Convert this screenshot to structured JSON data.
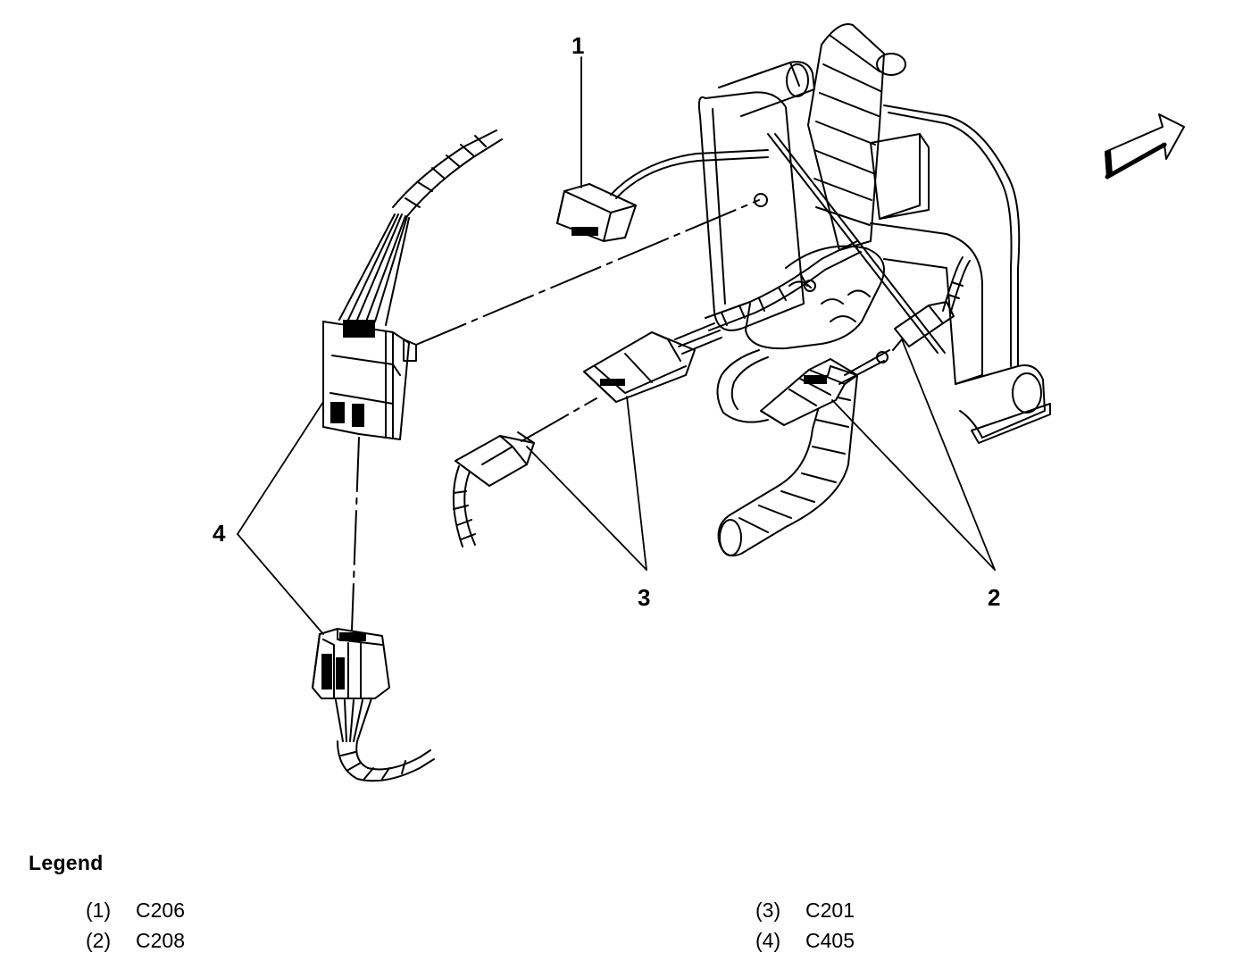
{
  "diagram": {
    "callouts": [
      "1",
      "2",
      "3",
      "4"
    ]
  },
  "legend": {
    "title": "Legend",
    "items": [
      {
        "number": "(1)",
        "label": "C206"
      },
      {
        "number": "(2)",
        "label": "C208"
      },
      {
        "number": "(3)",
        "label": "C201"
      },
      {
        "number": "(4)",
        "label": "C405"
      }
    ]
  }
}
